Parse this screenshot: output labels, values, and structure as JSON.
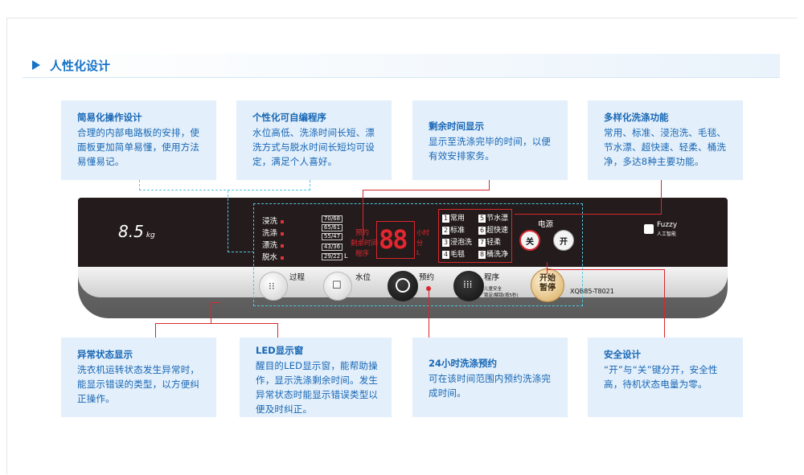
{
  "section": {
    "title": "人性化设计"
  },
  "boxes_top": [
    {
      "title": "简易化操作设计",
      "body": "合理的内部电路板的安排，使面板更加简单易懂，使用方法易懂易记。"
    },
    {
      "title": "个性化可自编程序",
      "body": "水位高低、洗涤时间长短、漂洗方式与脱水时间长短均可设定，满足个人喜好。"
    },
    {
      "title": "剩余时间显示",
      "body": "显示至洗涤完毕的时间，以便有效安排家务。"
    },
    {
      "title": "多样化洗涤功能",
      "body": "常用、标准、浸泡洗、毛毯、节水漂、超快速、轻柔、桶洗净，多达8种主要功能。"
    }
  ],
  "boxes_bottom": [
    {
      "title": "异常状态显示",
      "body": "洗衣机运转状态发生异常时，能显示错误的类型，以方便纠正操作。"
    },
    {
      "title": "LED显示窗",
      "body": "醒目的LED显示窗，能帮助操作，显示洗涤剩余时间。发生异常状态时能显示错误类型以便及时纠正。"
    },
    {
      "title": "24小时洗涤预约",
      "body": "可在该时间范围内预约洗涤完成时间。"
    },
    {
      "title": "安全设计",
      "body": "“开”与“关”键分开，安全性高，待机状态电量为零。"
    }
  ],
  "panel": {
    "capacity": "8.5",
    "capacity_unit": "kg",
    "stages": [
      "浸洗",
      "洗涤",
      "漂洗",
      "脱水"
    ],
    "stage_values": [
      "70/68",
      "65/61",
      "55/47",
      "43/36",
      "29/22"
    ],
    "stage_unit": "L",
    "mid_labels": [
      "预约",
      "剩余时间",
      "程序"
    ],
    "display": "88",
    "time_units": [
      "小时",
      "分",
      "L"
    ],
    "programs": [
      {
        "num": "1",
        "label": "常用"
      },
      {
        "num": "2",
        "label": "标准"
      },
      {
        "num": "3",
        "label": "浸泡洗"
      },
      {
        "num": "4",
        "label": "毛毯"
      },
      {
        "num": "5",
        "label": "节水漂"
      },
      {
        "num": "6",
        "label": "超快速"
      },
      {
        "num": "7",
        "label": "轻柔"
      },
      {
        "num": "8",
        "label": "桶洗净"
      }
    ],
    "power_label": "电源",
    "off_label": "关",
    "on_label": "开",
    "fuzzy_label": "Fuzzy",
    "fuzzy_sub": "人工智能",
    "btn_process": "过程",
    "btn_water": "水位",
    "btn_reserve": "预约",
    "btn_program": "程序",
    "child_lock": "儿童安全",
    "child_lock_sub": "锁定/解锁(按5秒)",
    "start_label_1": "开始",
    "start_label_2": "暂停",
    "model": "XQB85-T8021"
  },
  "colors": {
    "accent_blue": "#1773c7",
    "box_bg": "#e3effa",
    "led_red": "#e3262f",
    "callout_red": "#d9272e"
  }
}
